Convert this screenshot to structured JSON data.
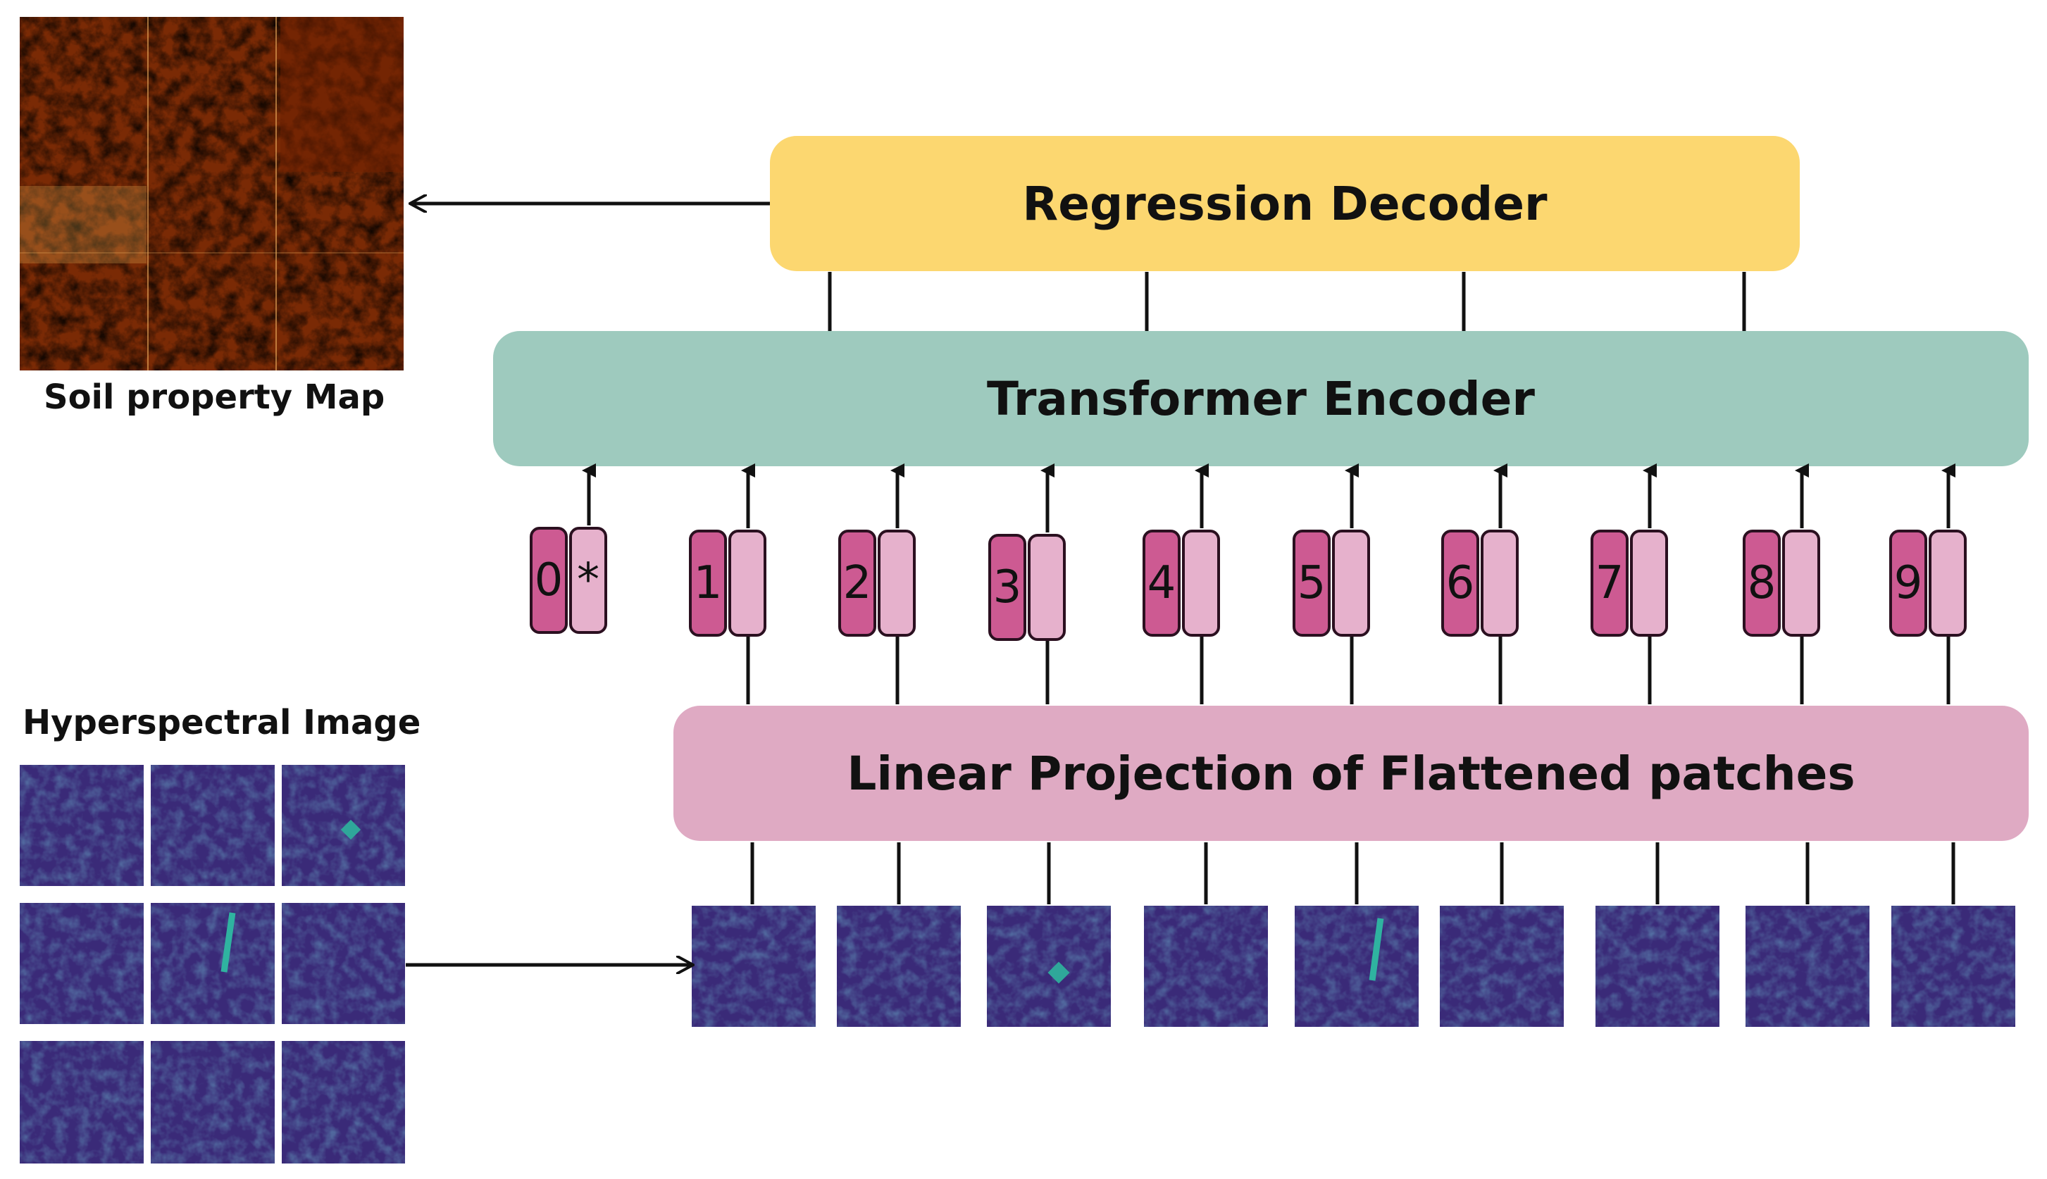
{
  "blocks": {
    "decoder": "Regression Decoder",
    "encoder": "Transformer Encoder",
    "linear": "Linear Projection of Flattened patches"
  },
  "labels": {
    "output": "Soil property Map",
    "input": "Hyperspectral Image"
  },
  "tokens": [
    {
      "position": "0",
      "embedding": "*"
    },
    {
      "position": "1",
      "embedding": ""
    },
    {
      "position": "2",
      "embedding": ""
    },
    {
      "position": "3",
      "embedding": ""
    },
    {
      "position": "4",
      "embedding": ""
    },
    {
      "position": "5",
      "embedding": ""
    },
    {
      "position": "6",
      "embedding": ""
    },
    {
      "position": "7",
      "embedding": ""
    },
    {
      "position": "8",
      "embedding": ""
    },
    {
      "position": "9",
      "embedding": ""
    }
  ],
  "colors": {
    "decoder": "#fcd770",
    "encoder": "#9ecabe",
    "linear": "#dfaac3",
    "position_embedding": "#cd5a92",
    "patch_embedding": "#e6b1cc",
    "soil_map": "#b8470a",
    "hyperspectral_patch": "#3d2b7a"
  },
  "images": {
    "soil_map": "heat-colored soil property map",
    "grid": "3x3 grid of hyperspectral patches",
    "patch_sequence": "9 flattened hyperspectral patches"
  }
}
